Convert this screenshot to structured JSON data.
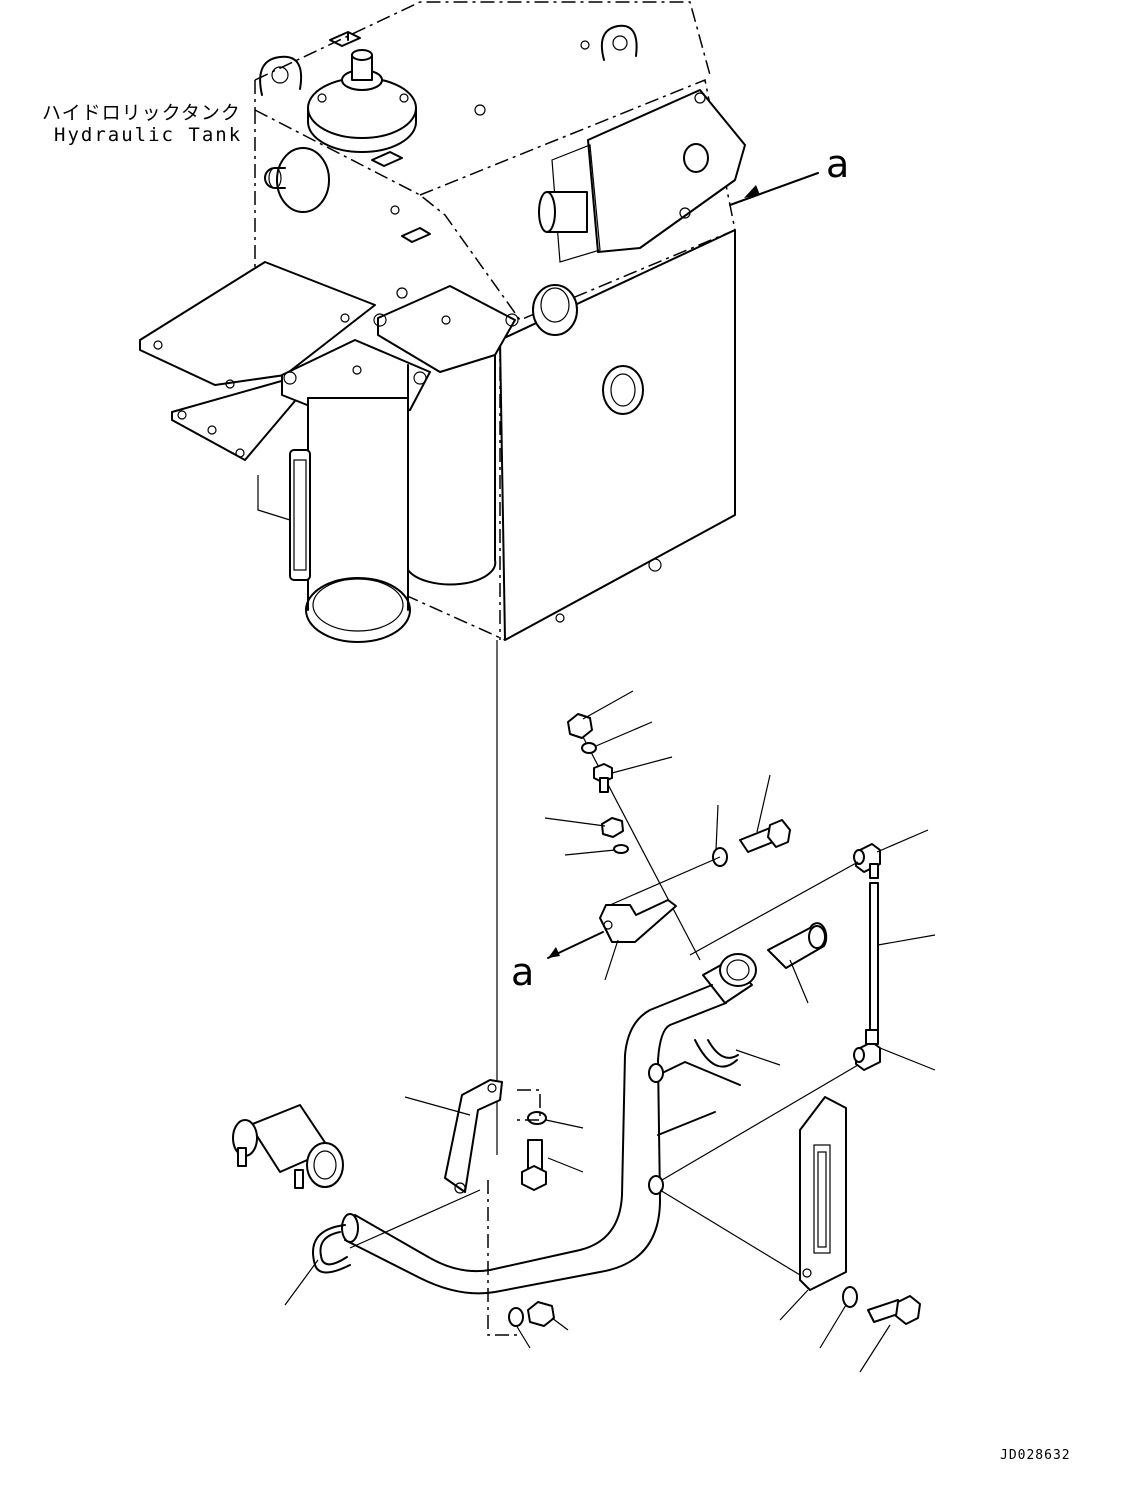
{
  "labels": {
    "tank_name_ja": "ハイドロリックタンク",
    "tank_name_en": "Hydraulic Tank",
    "view_marker_top": "a",
    "view_marker_bottom": "a",
    "drawing_number": "JD028632"
  },
  "colors": {
    "line": "#000000",
    "background": "#ffffff"
  }
}
